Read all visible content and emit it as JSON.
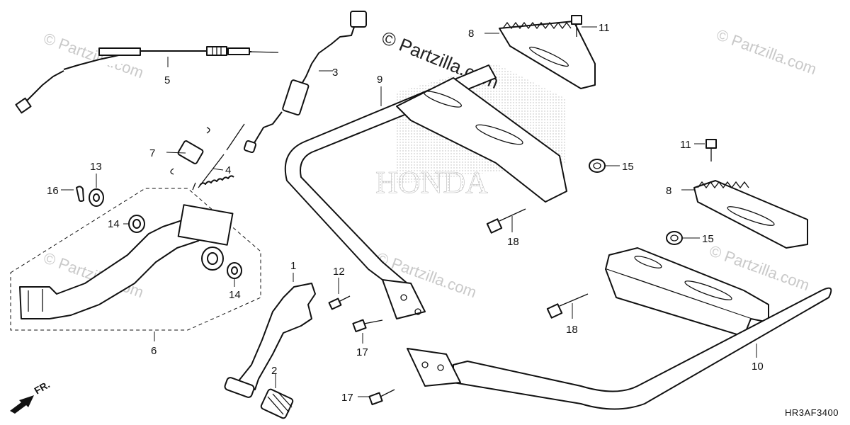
{
  "watermark": {
    "main": "© Partzilla.com",
    "repeat": "© Partzilla.com"
  },
  "diagram_code": "HR3AF3400",
  "direction_label": "FR.",
  "callouts": {
    "p1": "1",
    "p2": "2",
    "p3": "3",
    "p4": "4",
    "p5": "5",
    "p6": "6",
    "p7": "7",
    "p8a": "8",
    "p8b": "8",
    "p9": "9",
    "p10": "10",
    "p11a": "11",
    "p11b": "11",
    "p12": "12",
    "p13": "13",
    "p14a": "14",
    "p14b": "14",
    "p15a": "15",
    "p15b": "15",
    "p16": "16",
    "p17a": "17",
    "p17b": "17",
    "p18a": "18",
    "p18b": "18"
  },
  "logo_text": "HONDA"
}
